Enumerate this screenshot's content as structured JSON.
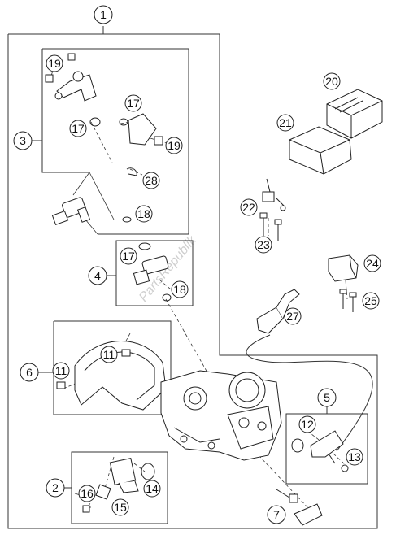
{
  "watermark": "PartsRepublik",
  "callouts": {
    "c1": "1",
    "c2": "2",
    "c3": "3",
    "c4": "4",
    "c5": "5",
    "c6": "6",
    "c7": "7",
    "c11a": "11",
    "c11b": "11",
    "c12": "12",
    "c13": "13",
    "c14": "14",
    "c15": "15",
    "c16": "16",
    "c17a": "17",
    "c17b": "17",
    "c17c": "17",
    "c18a": "18",
    "c18b": "18",
    "c19a": "19",
    "c19b": "19",
    "c20": "20",
    "c21": "21",
    "c22": "22",
    "c23": "23",
    "c24": "24",
    "c25": "25",
    "c27": "27",
    "c28": "28"
  }
}
